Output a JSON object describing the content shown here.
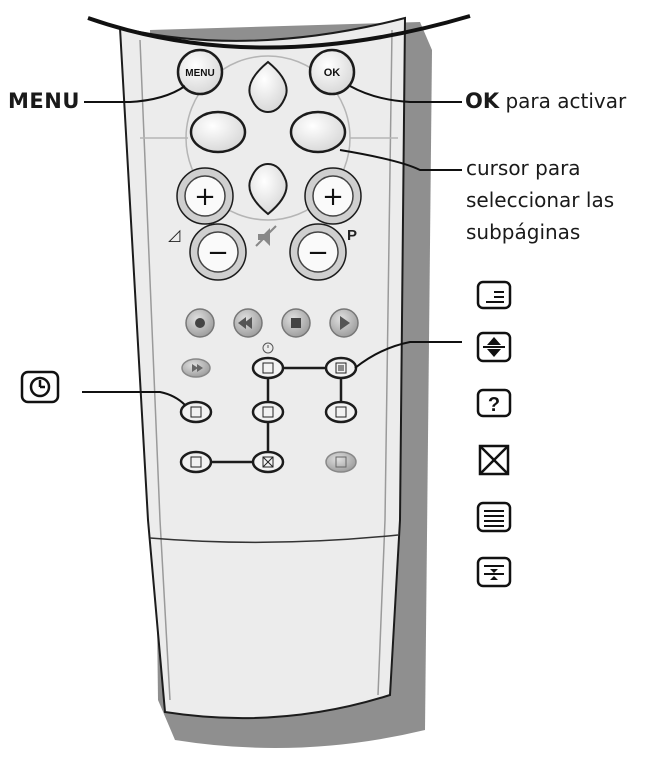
{
  "labels": {
    "menu": "MENU",
    "ok_key": "OK",
    "ok_text": "para activar",
    "cursor_line1": "cursor para",
    "cursor_line2": "seleccionar las",
    "cursor_line3": "subpáginas"
  },
  "remote": {
    "menu_button": "MENU",
    "ok_button": "OK",
    "plus": "+",
    "minus": "−",
    "volume_symbol": "◿",
    "program_symbol": "P"
  },
  "legend_icons": [
    "teletext-on-tv-icon",
    "enlarge-page-icon",
    "reveal-icon",
    "cancel-icon",
    "index-icon",
    "hold-subpage-icon"
  ],
  "colors": {
    "remote_body": "#e9e9e9",
    "remote_shadow": "#8e8e8e",
    "outline": "#1c1c1c",
    "button_grey": "#bdbdbd"
  }
}
